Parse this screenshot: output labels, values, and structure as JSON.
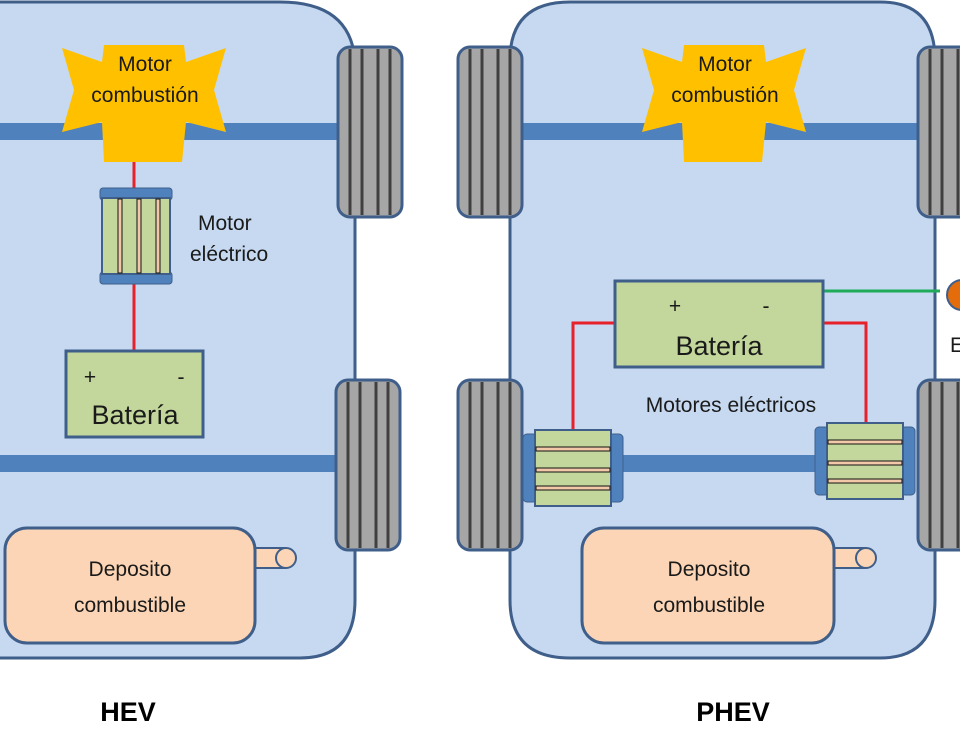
{
  "colors": {
    "body_fill": "#c6d9f1",
    "body_stroke": "#3f5f8a",
    "axle": "#4f81bd",
    "engine": "#ffc000",
    "motor_fill": "#c3d69b",
    "battery_fill": "#c3d69b",
    "tank_fill": "#fbd5b5",
    "tire": "#a6a6a6",
    "wire_red": "#e8202a",
    "wire_green": "#1faa5a",
    "plug_orange": "#e46c0a"
  },
  "hev": {
    "title": "HEV",
    "engine_line1": "Motor",
    "engine_line2": "combustión",
    "motor_line1": "Motor",
    "motor_line2": "eléctrico",
    "battery_plus": "+",
    "battery_minus": "-",
    "battery_label": "Batería",
    "tank_line1": "Deposito",
    "tank_line2": "combustible"
  },
  "phev": {
    "title": "PHEV",
    "engine_line1": "Motor",
    "engine_line2": "combustión",
    "battery_plus": "+",
    "battery_minus": "-",
    "battery_label": "Batería",
    "motors_label": "Motores  eléctricos",
    "tank_line1": "Deposito",
    "tank_line2": "combustible",
    "cut_off_label": "E"
  }
}
